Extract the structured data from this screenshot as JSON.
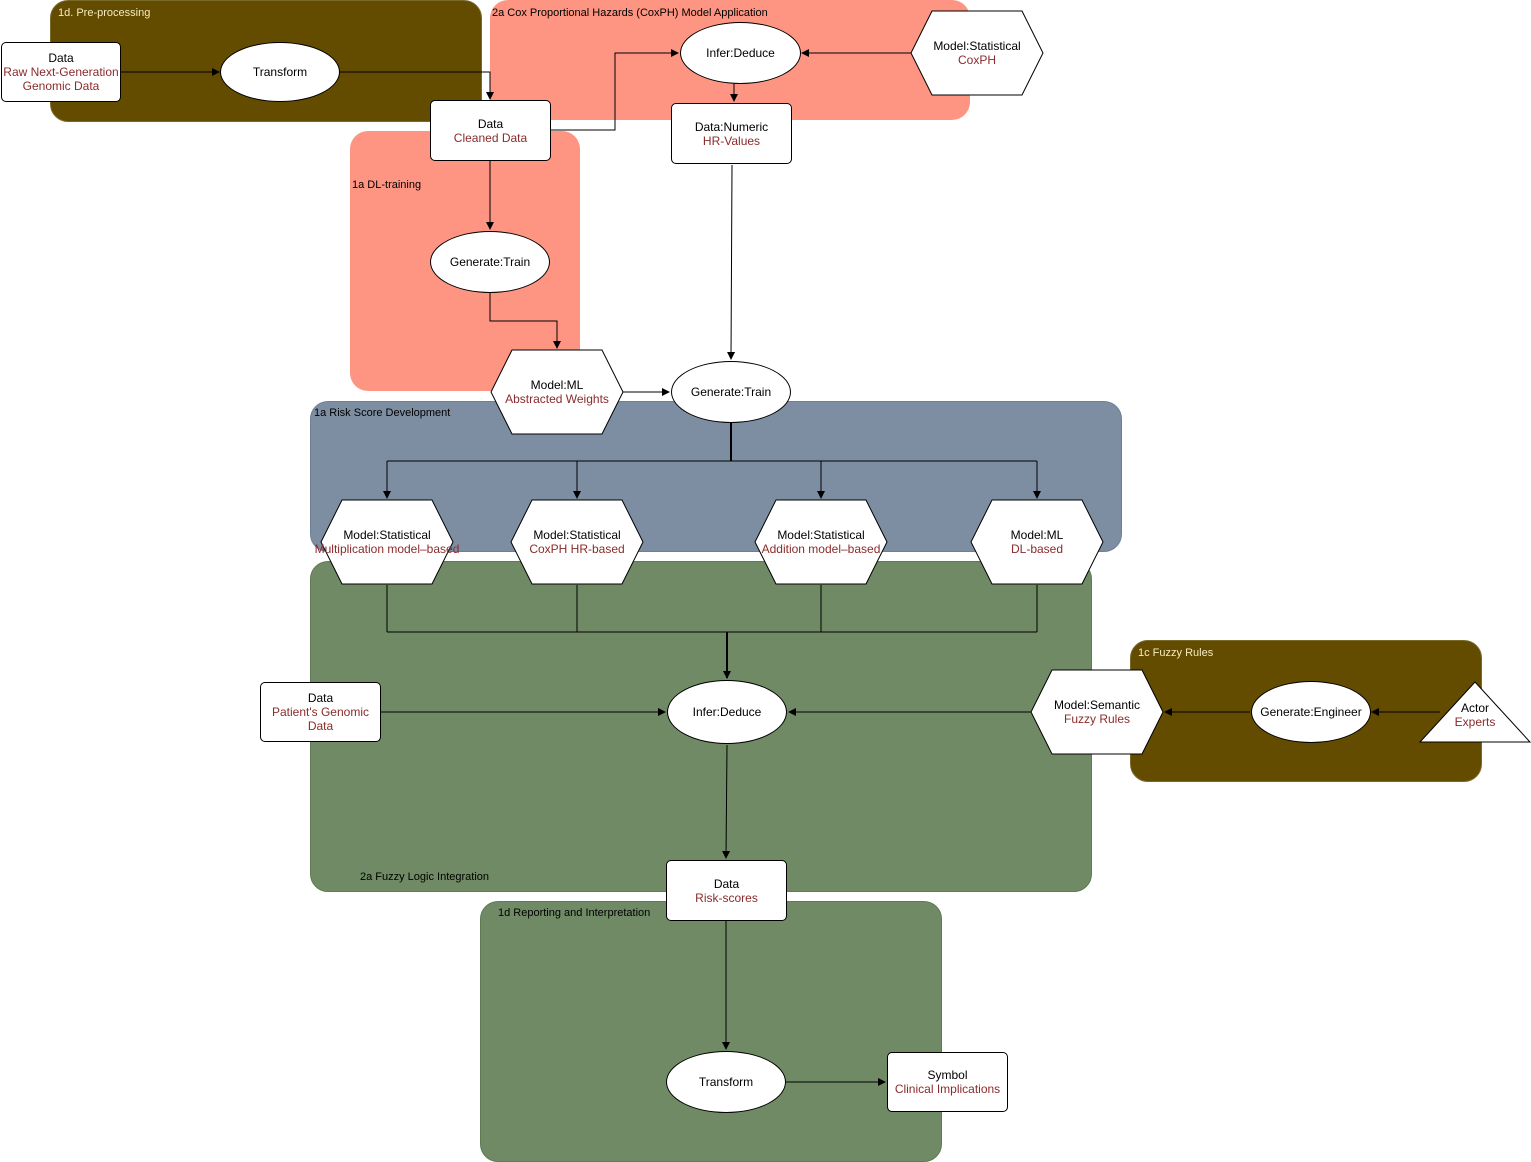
{
  "groups": {
    "preprocessing": "1d. Pre-processing",
    "coxph": "2a Cox Proportional Hazards (CoxPH) Model Application",
    "dl_training": "1a DL-training",
    "risk_score": "1a Risk Score Development",
    "fuzzy_rules": "1c Fuzzy Rules",
    "fuzzy_logic": "2a Fuzzy Logic Integration",
    "reporting": "1d Reporting and Interpretation"
  },
  "nodes": {
    "raw_data": {
      "title": "Data",
      "sub": "Raw Next-Generation Genomic Data"
    },
    "transform_pre": {
      "title": "Transform"
    },
    "cleaned_data": {
      "title": "Data",
      "sub": "Cleaned Data"
    },
    "infer_coxph": {
      "title": "Infer:Deduce"
    },
    "model_coxph": {
      "title": "Model:Statistical",
      "sub": "CoxPH"
    },
    "hr_values": {
      "title": "Data:Numeric",
      "sub": "HR-Values"
    },
    "generate_train_dl": {
      "title": "Generate:Train"
    },
    "model_ml_weights": {
      "title": "Model:ML",
      "sub": "Abstracted Weights"
    },
    "generate_train_risk": {
      "title": "Generate:Train"
    },
    "model_mult": {
      "title": "Model:Statistical",
      "sub": "Multiplication model–based"
    },
    "model_coxph_hr": {
      "title": "Model:Statistical",
      "sub": "CoxPH HR-based"
    },
    "model_add": {
      "title": "Model:Statistical",
      "sub": "Addition model–based"
    },
    "model_dl": {
      "title": "Model:ML",
      "sub": "DL-based"
    },
    "patient_data": {
      "title": "Data",
      "sub": "Patient's Genomic Data"
    },
    "infer_fuzzy": {
      "title": "Infer:Deduce"
    },
    "model_semantic": {
      "title": "Model:Semantic",
      "sub": "Fuzzy Rules"
    },
    "generate_engineer": {
      "title": "Generate:Engineer"
    },
    "actor_experts": {
      "title": "Actor",
      "sub": "Experts"
    },
    "risk_scores": {
      "title": "Data",
      "sub": "Risk-scores"
    },
    "transform_report": {
      "title": "Transform"
    },
    "symbol_clinical": {
      "title": "Symbol",
      "sub": "Clinical Implications"
    }
  }
}
